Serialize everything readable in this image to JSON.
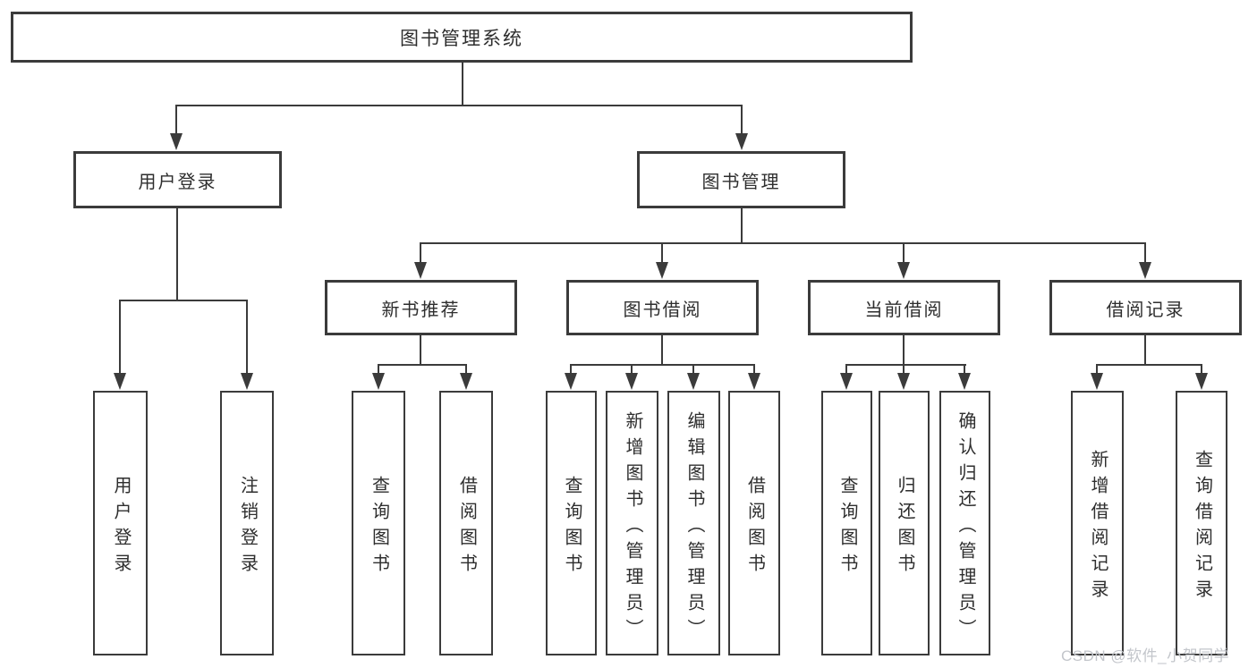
{
  "diagram": {
    "type": "tree",
    "background_color": "#ffffff",
    "line_color": "#3b3b3b",
    "text_color": "#2e2e2e",
    "root": {
      "label": "图书管理系统"
    },
    "level2": [
      {
        "label": "用户登录"
      },
      {
        "label": "图书管理"
      }
    ],
    "level3": [
      {
        "label": "新书推荐",
        "parent": "图书管理"
      },
      {
        "label": "图书借阅",
        "parent": "图书管理"
      },
      {
        "label": "当前借阅",
        "parent": "图书管理"
      },
      {
        "label": "借阅记录",
        "parent": "图书管理"
      }
    ],
    "leaves": [
      {
        "label": "用户登录",
        "parent": "用户登录"
      },
      {
        "label": "注销登录",
        "parent": "用户登录"
      },
      {
        "label": "查询图书",
        "parent": "新书推荐"
      },
      {
        "label": "借阅图书",
        "parent": "新书推荐"
      },
      {
        "label": "查询图书",
        "parent": "图书借阅"
      },
      {
        "label": "新增图书（管理员）",
        "parent": "图书借阅"
      },
      {
        "label": "编辑图书（管理员）",
        "parent": "图书借阅"
      },
      {
        "label": "借阅图书",
        "parent": "图书借阅"
      },
      {
        "label": "查询图书",
        "parent": "当前借阅"
      },
      {
        "label": "归还图书",
        "parent": "当前借阅"
      },
      {
        "label": "确认归还（管理员）",
        "parent": "当前借阅"
      },
      {
        "label": "新增借阅记录",
        "parent": "借阅记录"
      },
      {
        "label": "查询借阅记录",
        "parent": "借阅记录"
      }
    ]
  },
  "watermark": {
    "text": "CSDN @软件_小贺同学",
    "color": "#c3c6cb"
  }
}
